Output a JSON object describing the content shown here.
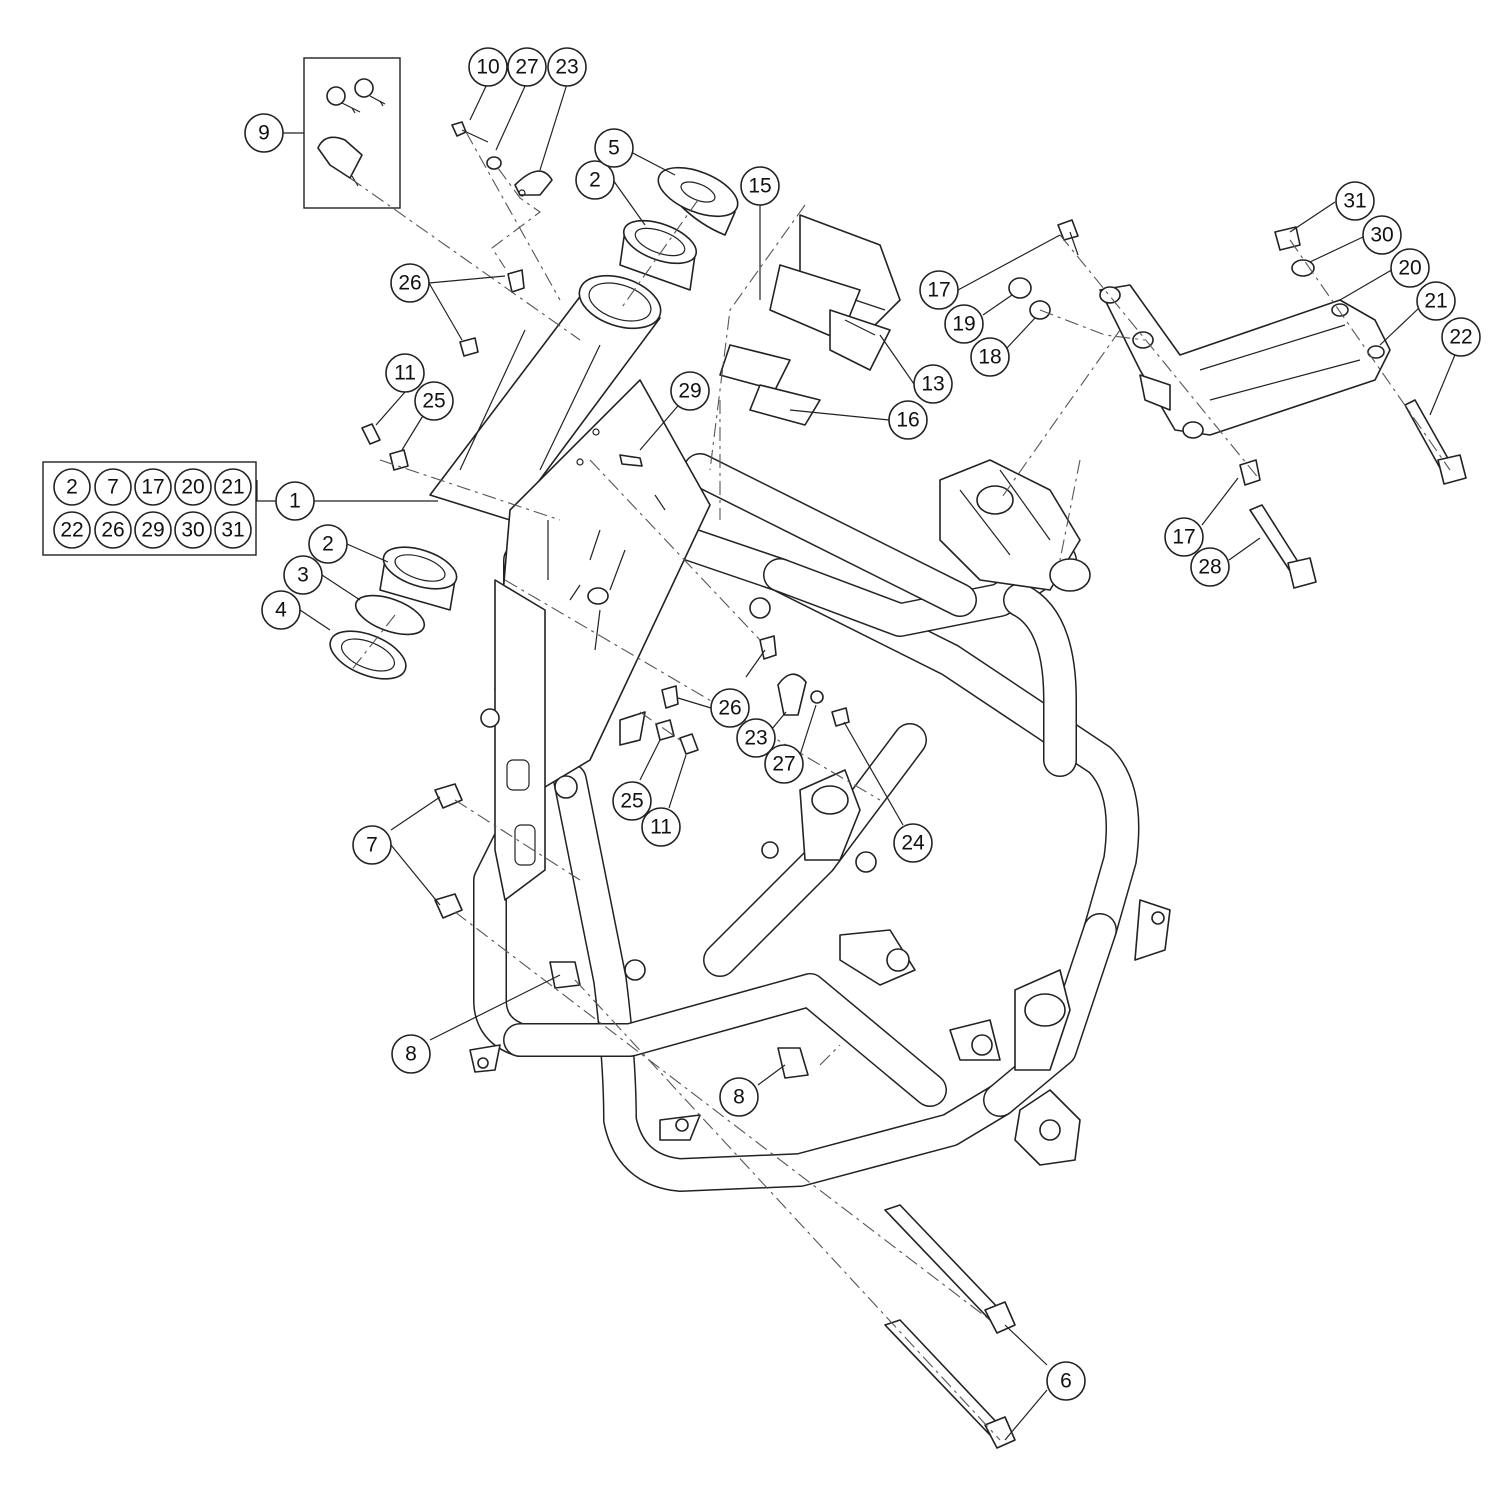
{
  "callouts": {
    "c1": "1",
    "c2a": "2",
    "c2b": "2",
    "c3": "3",
    "c4": "4",
    "c5": "5",
    "c6": "6",
    "c7": "7",
    "c8a": "8",
    "c8b": "8",
    "c9": "9",
    "c10": "10",
    "c11a": "11",
    "c11b": "11",
    "c13": "13",
    "c15": "15",
    "c16": "16",
    "c17a": "17",
    "c17b": "17",
    "c18": "18",
    "c19": "19",
    "c20": "20",
    "c21": "21",
    "c22": "22",
    "c23a": "23",
    "c23b": "23",
    "c24": "24",
    "c25a": "25",
    "c25b": "25",
    "c26a": "26",
    "c26b": "26",
    "c27a": "27",
    "c27b": "27",
    "c28": "28",
    "c29": "29",
    "c30": "30",
    "c31": "31"
  },
  "kit_box": {
    "row1": [
      "2",
      "7",
      "17",
      "20",
      "21"
    ],
    "row2": [
      "22",
      "26",
      "29",
      "30",
      "31"
    ]
  },
  "icons": {
    "keys": "keys-icon",
    "lock": "ignition-lock-icon"
  }
}
